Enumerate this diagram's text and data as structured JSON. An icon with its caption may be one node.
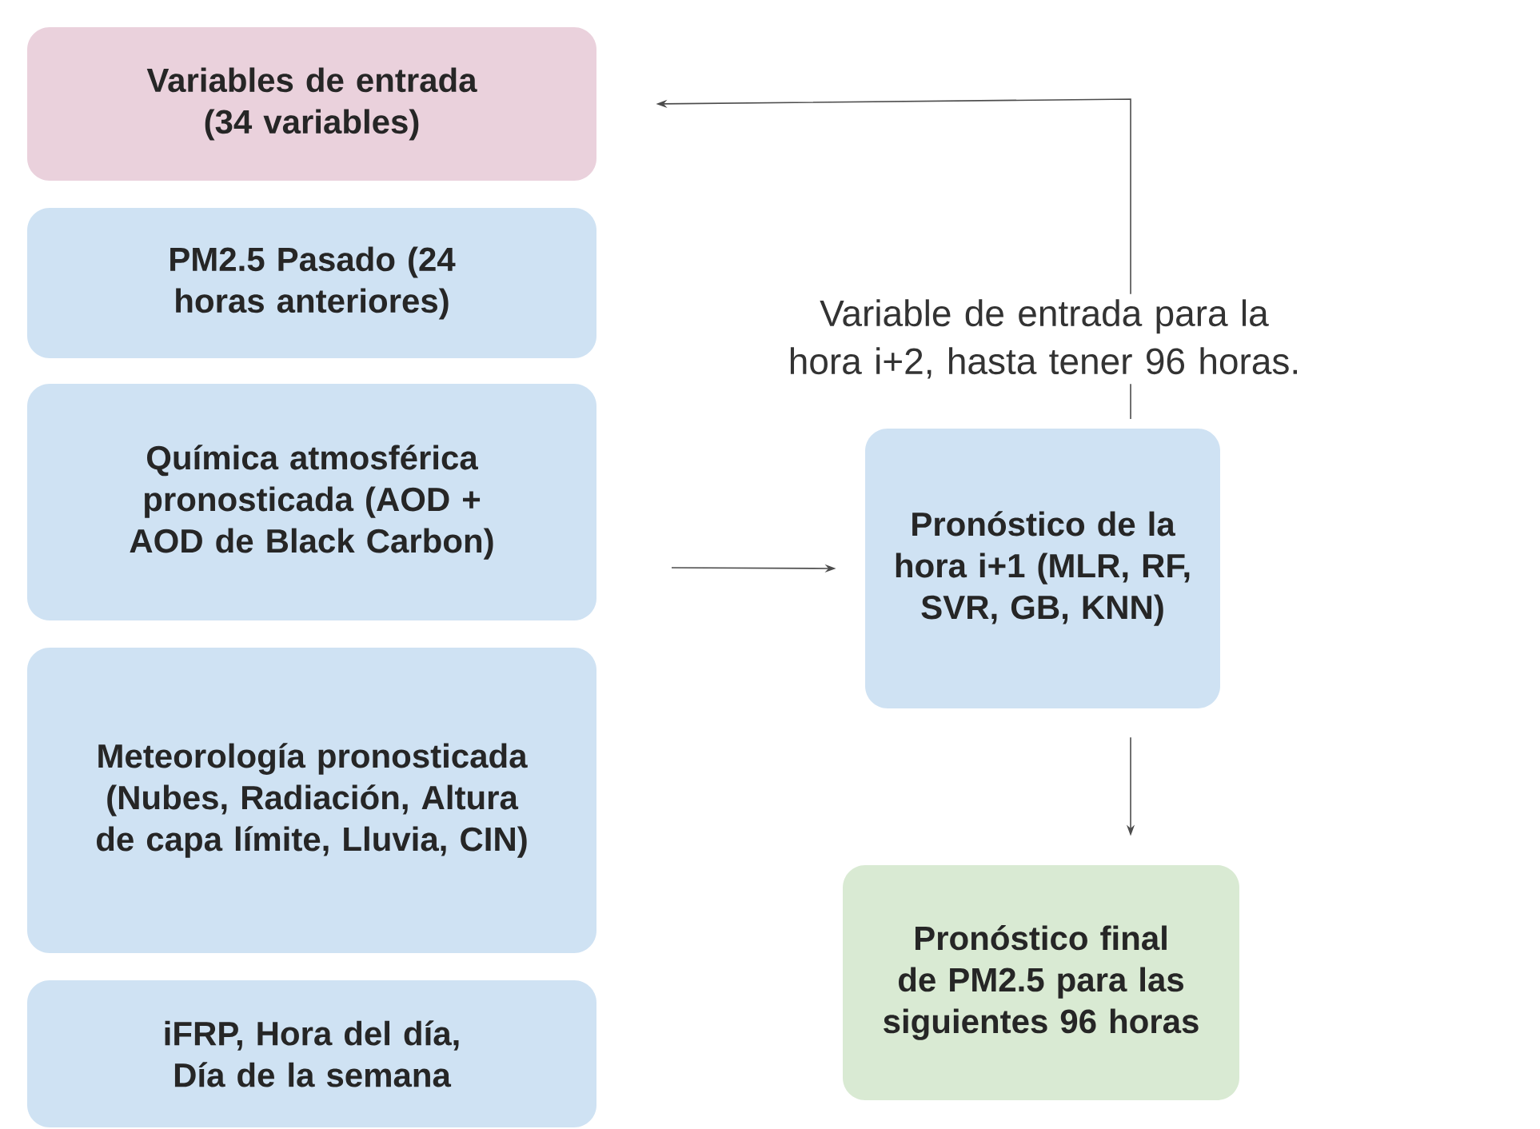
{
  "diagram": {
    "nodes": [
      {
        "text": [
          "Variables de entrada (34 variables)"
        ]
      },
      {
        "text": [
          "PM2.5 Pasado (24 horas anteriores)"
        ]
      },
      {
        "text": [
          "Química atmosférica pronosticada (AOD + AOD de Black Carbon)"
        ]
      },
      {
        "text": [
          "Meteorología pronosticada (Nubes, Radiación, Altura de capa límite, Lluvia, CIN)"
        ]
      },
      {
        "text": [
          "iFRP, Hora del día, Día de la semana"
        ]
      },
      {
        "text": [
          "Pronóstico de la hora i+1 (MLR, RF, SVR, GB, KNN)"
        ]
      },
      {
        "text": [
          "Pronóstico final de PM2.5 para las siguientes 96 horas"
        ]
      }
    ],
    "edges": [
      {
        "from": null,
        "to": 5,
        "arrow": "to"
      },
      {
        "from": 5,
        "to": 6,
        "arrow": "to"
      },
      {
        "from": 5,
        "to": 0,
        "arrow": "to",
        "label": "Variable de entrada para la hora i+2, hasta tener 96 horas."
      }
    ]
  }
}
